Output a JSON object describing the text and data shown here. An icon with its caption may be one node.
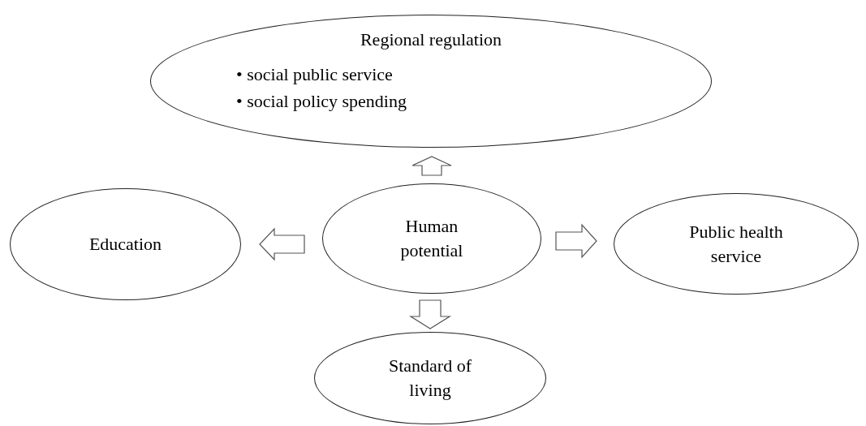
{
  "diagram": {
    "nodes": [
      {
        "text": [
          "Regional regulation",
          "• social public service",
          "• social policy spending"
        ]
      },
      {
        "text": [
          "Education"
        ]
      },
      {
        "text": [
          "Human potential"
        ]
      },
      {
        "text": [
          "Public health service"
        ]
      },
      {
        "text": [
          "Standard of living"
        ]
      }
    ],
    "edges": [
      {
        "from": 2,
        "to": 0,
        "arrow": "to"
      },
      {
        "from": 2,
        "to": 1,
        "arrow": "to"
      },
      {
        "from": 2,
        "to": 3,
        "arrow": "to"
      },
      {
        "from": 2,
        "to": 4,
        "arrow": "to"
      }
    ]
  }
}
